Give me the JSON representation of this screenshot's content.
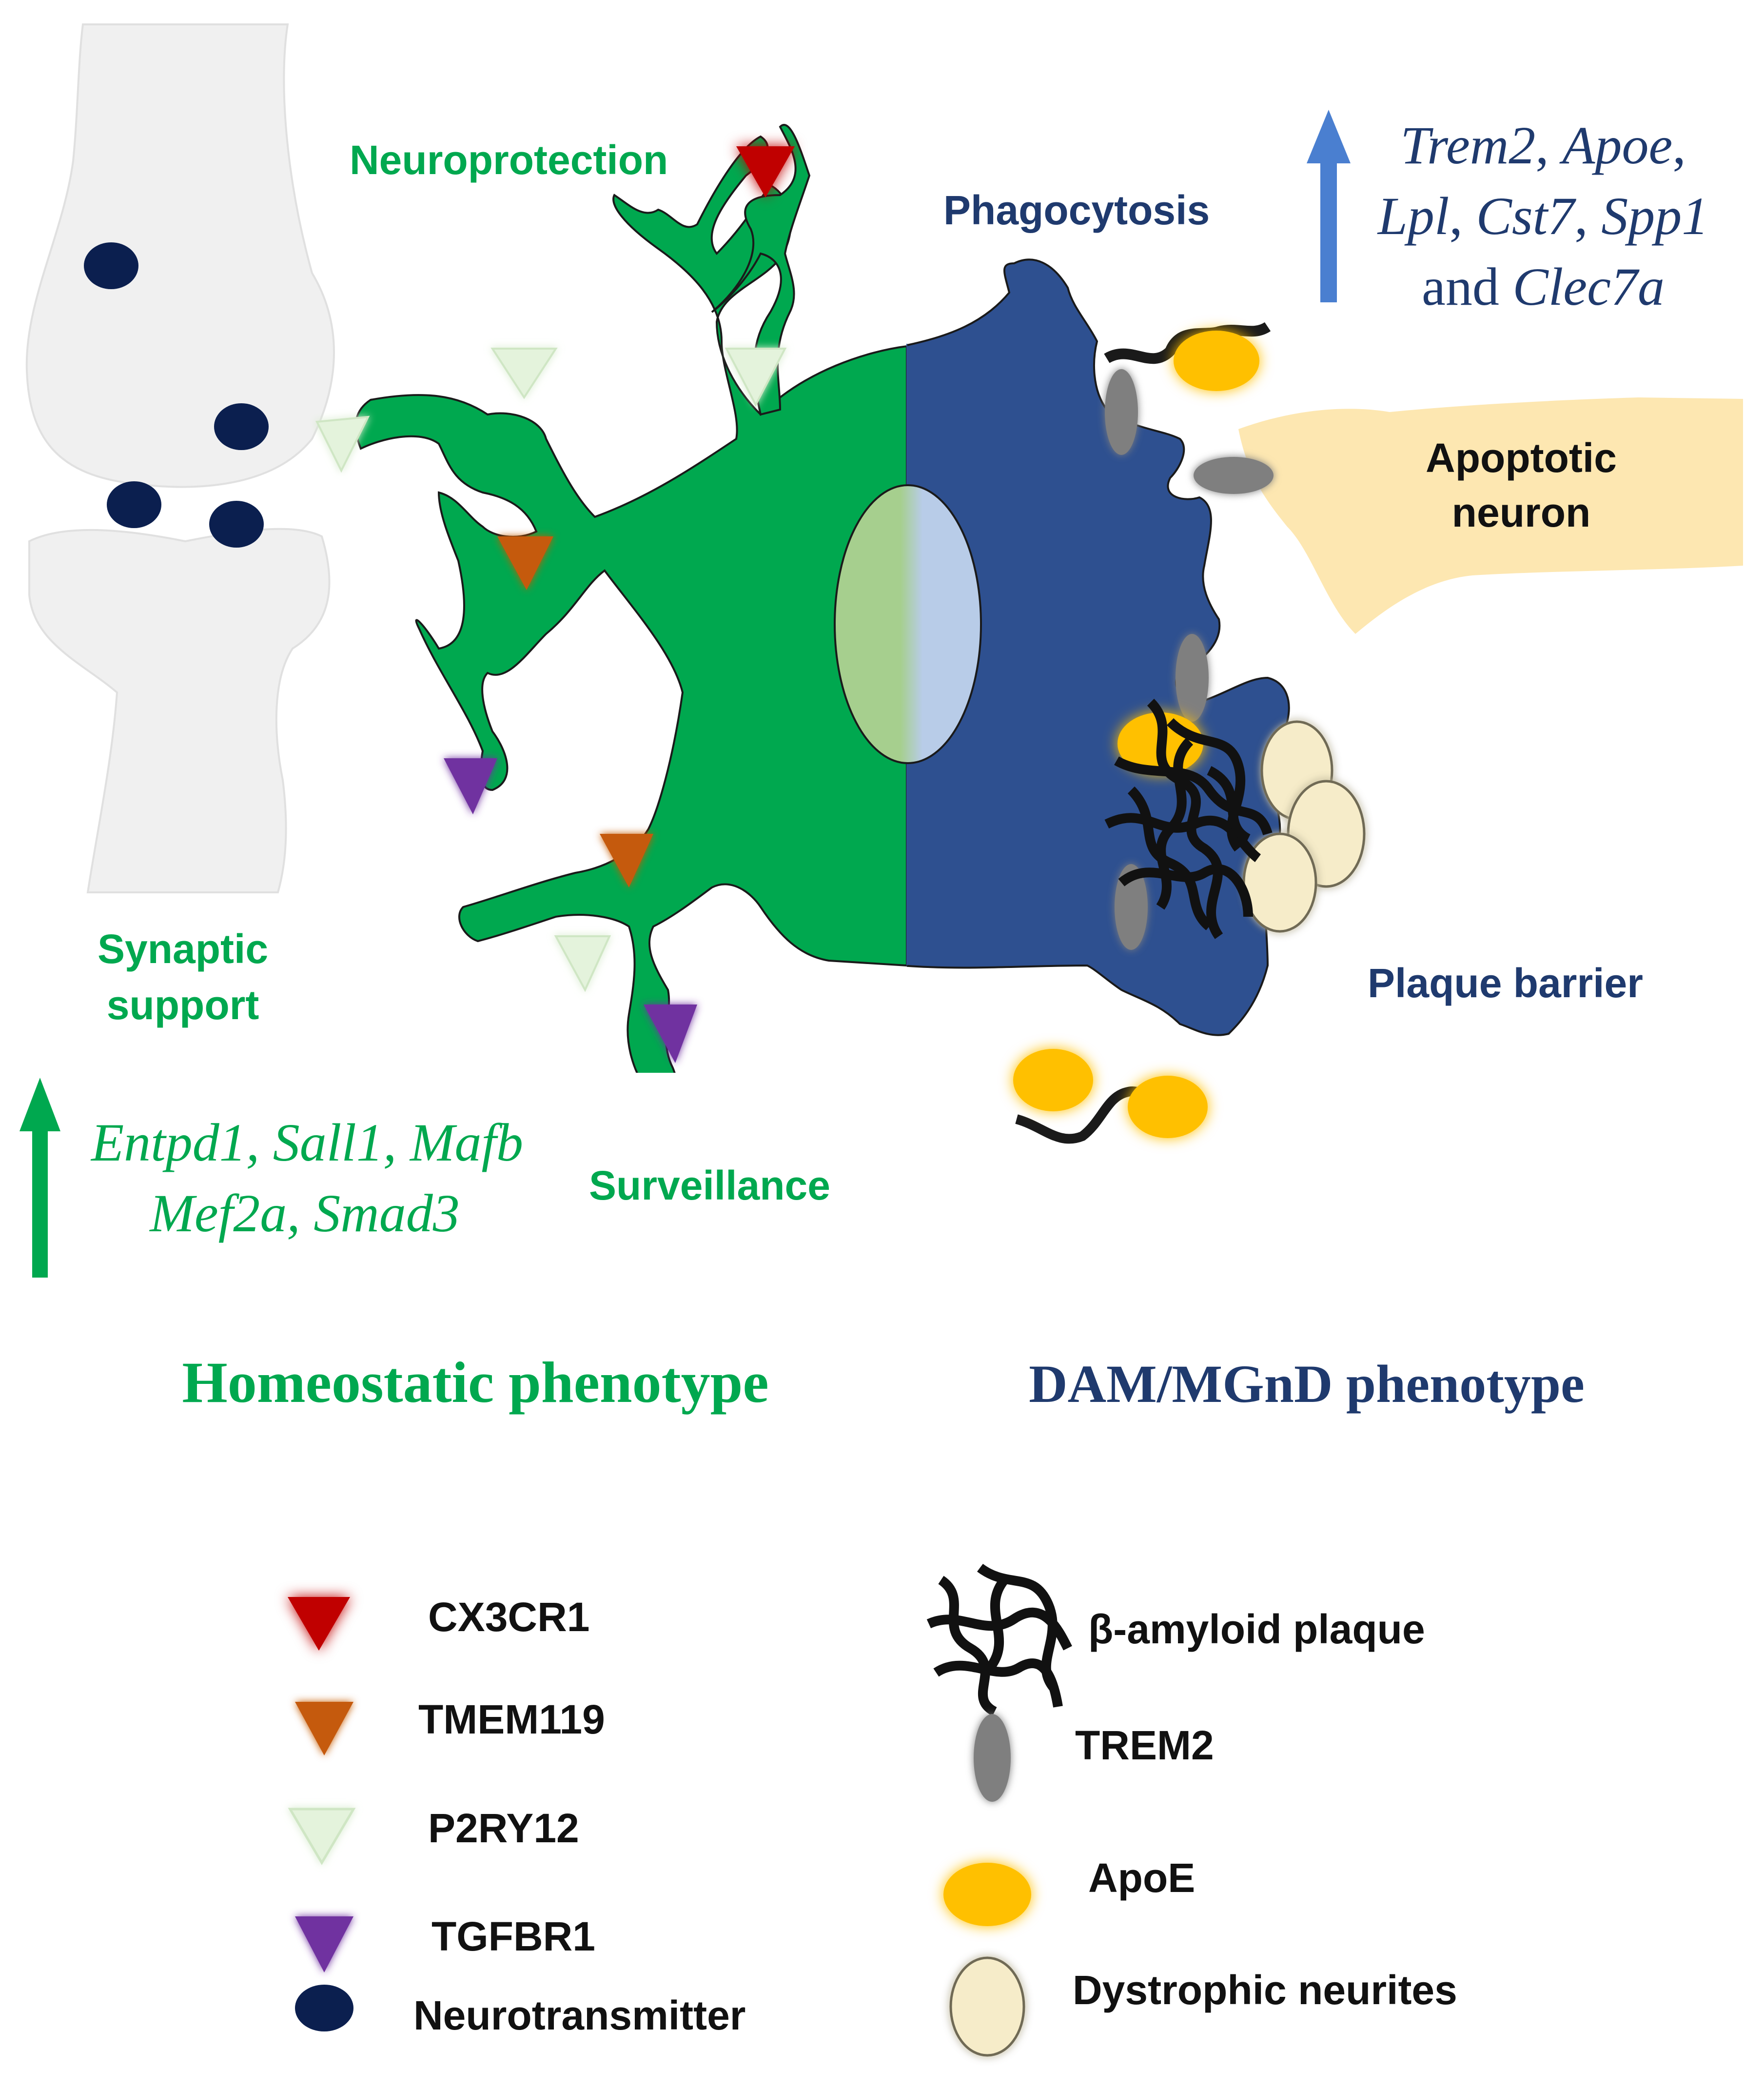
{
  "colors": {
    "homeostatic_green": "#00a84f",
    "dam_navy": "#2e5090",
    "label_navy": "#1f3a6e",
    "arrow_blue": "#4a7fd0",
    "nucleus_left": "#a6cf8e",
    "nucleus_right": "#b8cce8",
    "synapse_gray": "#f0f0f0",
    "neuron_fill": "#fde4a8",
    "cx3cr1_red": "#c00000",
    "tmem119_orange": "#c55a11",
    "p2ry12_lightgreen": "#e4f3dc",
    "tgfbr1_purple": "#7030a0",
    "neurotransmitter_navy": "#0b1f4f",
    "trem2_gray": "#7f7f7f",
    "apoe_yellow": "#ffc000",
    "neurite_cream": "#f6ecc9"
  },
  "labels": {
    "neuroprotection": "Neuroprotection",
    "phagocytosis": "Phagocytosis",
    "apoptotic_neuron_line1": "Apoptotic",
    "apoptotic_neuron_line2": "neuron",
    "plaque_barrier": "Plaque barrier",
    "synaptic_support_line1": "Synaptic",
    "synaptic_support_line2": "support",
    "surveillance": "Surveillance"
  },
  "dam_genes": {
    "line1": [
      "Trem2",
      ", ",
      "Apoe",
      ","
    ],
    "line2": [
      "Lpl",
      ", ",
      "Cst7",
      ", ",
      "Spp1"
    ],
    "line3_and": "and ",
    "line3_gene": "Clec7a"
  },
  "homeostatic_genes": {
    "line1": "Entpd1, Sall1, Mafb",
    "line2": "Mef2a, Smad3"
  },
  "phenotypes": {
    "homeostatic": "Homeostatic phenotype",
    "dam": "DAM/MGnD phenotype"
  },
  "legend_left": [
    {
      "label": "CX3CR1",
      "icon": "triangle-down",
      "color": "#c00000"
    },
    {
      "label": "TMEM119",
      "icon": "triangle-down",
      "color": "#c55a11"
    },
    {
      "label": "P2RY12",
      "icon": "triangle-down",
      "color": "#e4f3dc"
    },
    {
      "label": "TGFBR1",
      "icon": "triangle-down",
      "color": "#7030a0"
    },
    {
      "label": "Neurotransmitter",
      "icon": "ellipse",
      "color": "#0b1f4f"
    }
  ],
  "legend_right": [
    {
      "label": "β-amyloid plaque",
      "icon": "plaque-tangle",
      "color": "#111111"
    },
    {
      "label": "TREM2",
      "icon": "ellipse-vertical",
      "color": "#7f7f7f"
    },
    {
      "label": "ApoE",
      "icon": "ellipse-glow",
      "color": "#ffc000"
    },
    {
      "label": "Dystrophic neurites",
      "icon": "ellipse-vertical",
      "color": "#f6ecc9"
    }
  ]
}
